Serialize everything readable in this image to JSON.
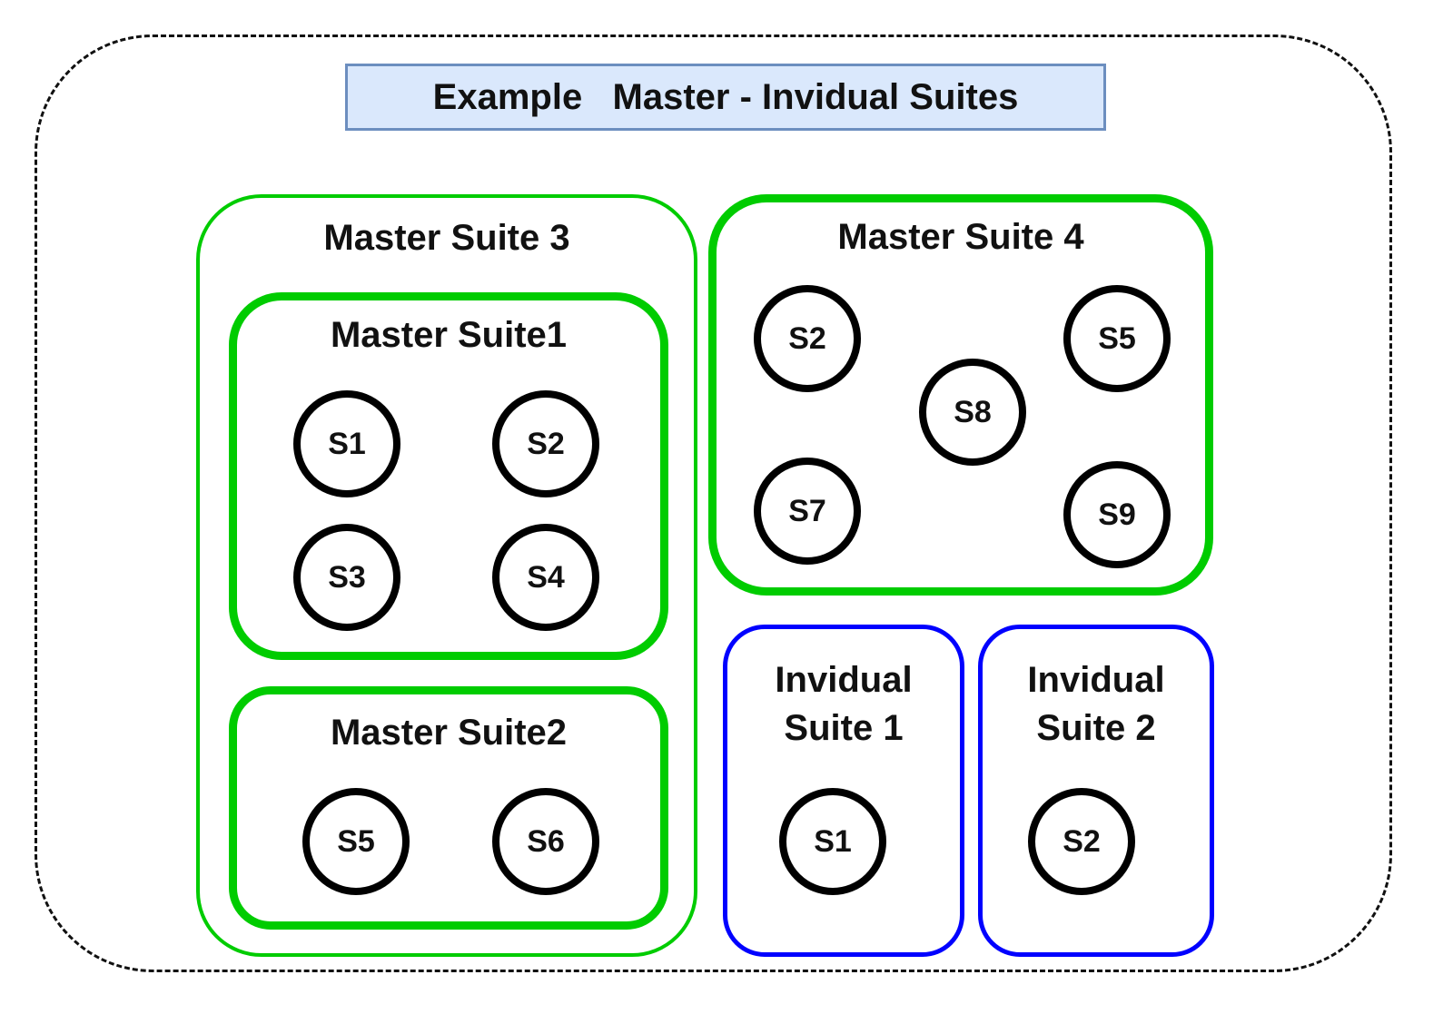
{
  "title": "Example   Master - Invidual Suites",
  "suites": {
    "master_suite_3": {
      "label": "Master Suite 3"
    },
    "master_suite_1": {
      "label": "Master Suite1",
      "nodes": [
        "S1",
        "S2",
        "S3",
        "S4"
      ]
    },
    "master_suite_2": {
      "label": "Master Suite2",
      "nodes": [
        "S5",
        "S6"
      ]
    },
    "master_suite_4": {
      "label": "Master Suite 4",
      "nodes": [
        "S2",
        "S5",
        "S8",
        "S7",
        "S9"
      ]
    },
    "individual_suite_1": {
      "label_line1": "Invidual",
      "label_line2": "Suite 1",
      "nodes": [
        "S1"
      ]
    },
    "individual_suite_2": {
      "label_line1": "Invidual",
      "label_line2": "Suite 2",
      "nodes": [
        "S2"
      ]
    }
  },
  "colors": {
    "master_suite_border": "#00cc00",
    "individual_suite_border": "#0000ff",
    "title_fill": "#dae8fc",
    "title_border": "#6c8ebf",
    "node_border": "#000000"
  }
}
